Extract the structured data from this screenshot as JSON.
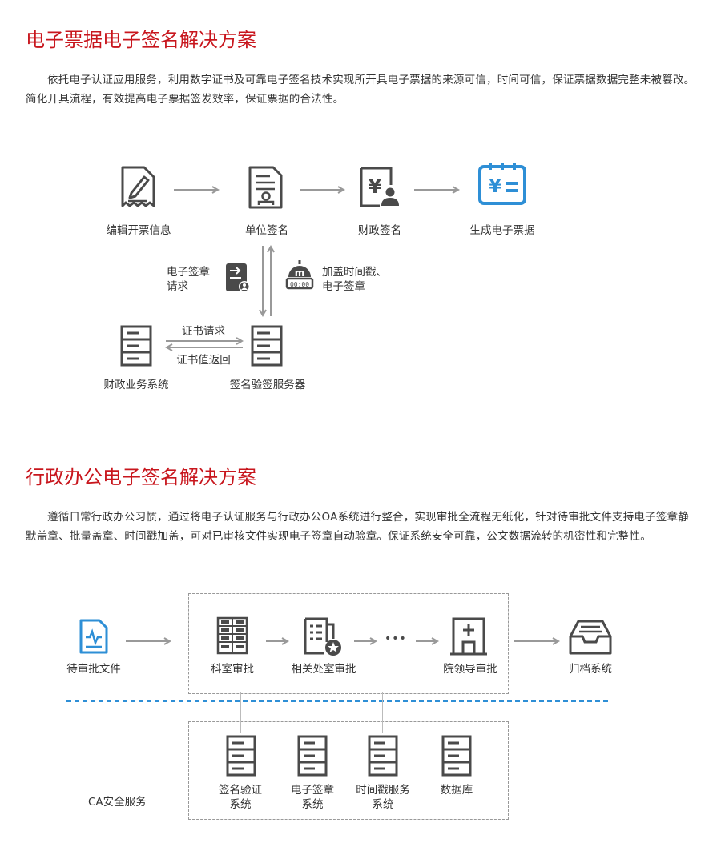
{
  "section1": {
    "title": "电子票据电子签名解决方案",
    "paragraph": "依托电子认证应用服务，利用数字证书及可靠电子签名技术实现所开具电子票据的来源可信，时间可信，保证票据数据完整未被篡改。简化开具流程，有效提高电子票据签发效率，保证票据的合法性。",
    "flow": {
      "steps": [
        "编辑开票信息",
        "单位签名",
        "财政签名",
        "生成电子票据"
      ],
      "request_label": [
        "电子签章",
        "请求"
      ],
      "timestamp_label": [
        "加盖时间戳、",
        "电子签章"
      ],
      "cert_request": "证书请求",
      "cert_return": "证书值返回",
      "finance_system": "财政业务系统",
      "sign_server": "签名验签服务器"
    }
  },
  "section2": {
    "title": "行政办公电子签名解决方案",
    "paragraph": "遵循日常行政办公习惯，通过将电子认证服务与行政办公OA系统进行整合，实现审批全流程无纸化，针对待审批文件支持电子签章静默盖章、批量盖章、时间戳加盖，可对已审核文件实现电子签章自动验章。保证系统安全可靠，公文数据流转的机密性和完整性。",
    "flow": {
      "pending": "待审批文件",
      "dept": "科室审批",
      "office": "相关处室审批",
      "ellipsis": "•••",
      "leader": "院领导审批",
      "archive": "归档系统",
      "ca_label": "CA安全服务",
      "services": [
        [
          "签名验证",
          "系统"
        ],
        [
          "电子签章",
          "系统"
        ],
        [
          "时间戳服务",
          "系统"
        ],
        [
          "数据库",
          ""
        ]
      ]
    }
  },
  "colors": {
    "title": "#c8161d",
    "accent": "#2e8fd6",
    "icon": "#4a4a4a",
    "arrow": "#999999",
    "dashed": "#2e8fd6"
  }
}
